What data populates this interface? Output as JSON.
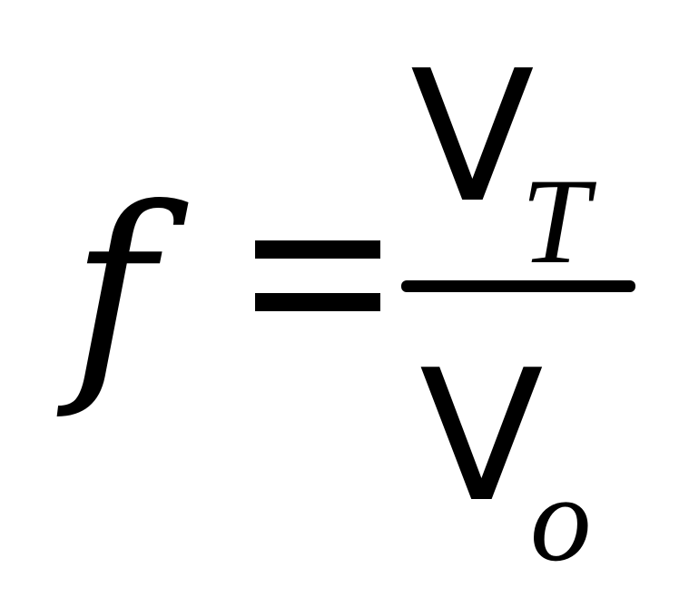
{
  "equation": {
    "lhs": "f",
    "operator": "=",
    "numerator": {
      "base": "V",
      "subscript": "T"
    },
    "denominator": {
      "base": "V",
      "subscript": "o"
    },
    "color": "#000000",
    "background": "#ffffff"
  }
}
